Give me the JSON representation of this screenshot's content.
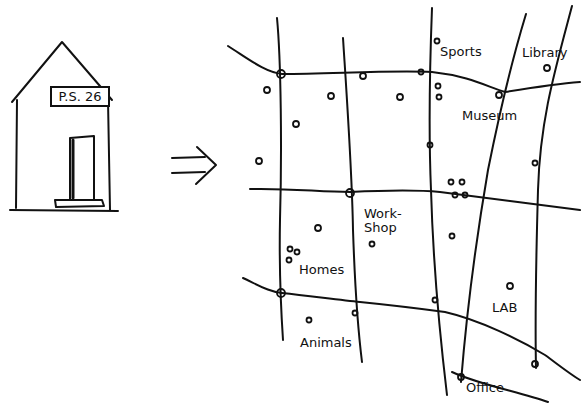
{
  "diagram": {
    "nodes": [
      {
        "text": [
          "P.S. 26"
        ]
      }
    ],
    "labels": [
      "Sports",
      "Library",
      "Museum",
      "Work- Shop",
      "Homes",
      "LAB",
      "Animals",
      "Office"
    ]
  }
}
